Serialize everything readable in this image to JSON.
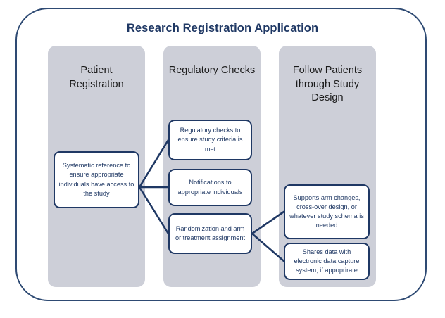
{
  "diagram": {
    "title": "Research Registration Application",
    "accent_color": "#1F3864",
    "frame_border_color": "#2E4A73",
    "column_background_color": "#CDCFD8",
    "card_background_color": "#FFFFFF",
    "page_background_color": "#FFFFFF"
  },
  "columns": [
    {
      "id": "patient-registration",
      "header": "Patient Registration",
      "cards": [
        {
          "id": "systematic-reference",
          "text": "Systematic reference to ensure appropriate individuals have access to the study"
        }
      ]
    },
    {
      "id": "regulatory-checks",
      "header": "Regulatory Checks",
      "cards": [
        {
          "id": "regulatory-criteria",
          "text": "Regulatory checks to ensure study criteria is met"
        },
        {
          "id": "notifications",
          "text": "Notifications to appropriate individuals"
        },
        {
          "id": "randomization",
          "text": "Randomization and arm or treatment assignment"
        }
      ]
    },
    {
      "id": "follow-patients",
      "header": "Follow Patients through Study Design",
      "cards": [
        {
          "id": "arm-changes",
          "text": "Supports arm changes, cross-over design, or whatever study schema is needed"
        },
        {
          "id": "shares-data",
          "text": "Shares data with electronic data capture system, if appoprirate"
        }
      ]
    }
  ],
  "connectors": [
    {
      "from": "systematic-reference",
      "to": "regulatory-criteria"
    },
    {
      "from": "systematic-reference",
      "to": "notifications"
    },
    {
      "from": "systematic-reference",
      "to": "randomization"
    },
    {
      "from": "randomization",
      "to": "arm-changes"
    },
    {
      "from": "randomization",
      "to": "shares-data"
    }
  ]
}
